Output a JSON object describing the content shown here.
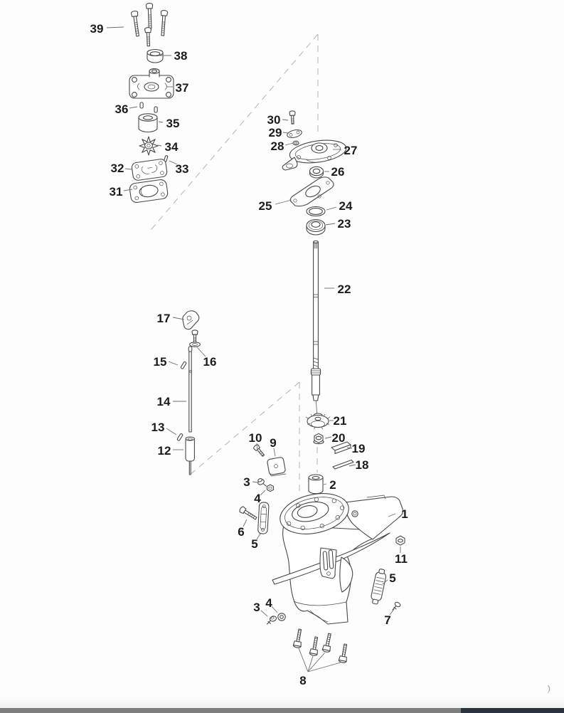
{
  "diagram": {
    "type": "exploded-parts-diagram",
    "subject": "outboard gearcase and water pump assembly",
    "labels": {
      "n1": "1",
      "n2": "2",
      "n3": "3",
      "n4": "4",
      "n5": "5",
      "n6": "6",
      "n7": "7",
      "n8": "8",
      "n9": "9",
      "n10": "10",
      "n11": "11",
      "n12": "12",
      "n13": "13",
      "n14": "14",
      "n15": "15",
      "n16": "16",
      "n17": "17",
      "n18": "18",
      "n19": "19",
      "n20": "20",
      "n21": "21",
      "n22": "22",
      "n23": "23",
      "n24": "24",
      "n25": "25",
      "n26": "26",
      "n27": "27",
      "n28": "28",
      "n29": "29",
      "n30": "30",
      "n31": "31",
      "n32": "32",
      "n33": "33",
      "n34": "34",
      "n35": "35",
      "n36": "36",
      "n37": "37",
      "n38": "38",
      "n39": "39"
    },
    "artifact_mark": ")",
    "colors": {
      "background": "#fdfdfd",
      "line_art": "#474747",
      "dashed_guides": "#b3b3b3",
      "label_text": "#1b1b1b",
      "scrollbar_thumb": "#7d7d7d",
      "scrollbar_track": "#2b333e"
    }
  }
}
